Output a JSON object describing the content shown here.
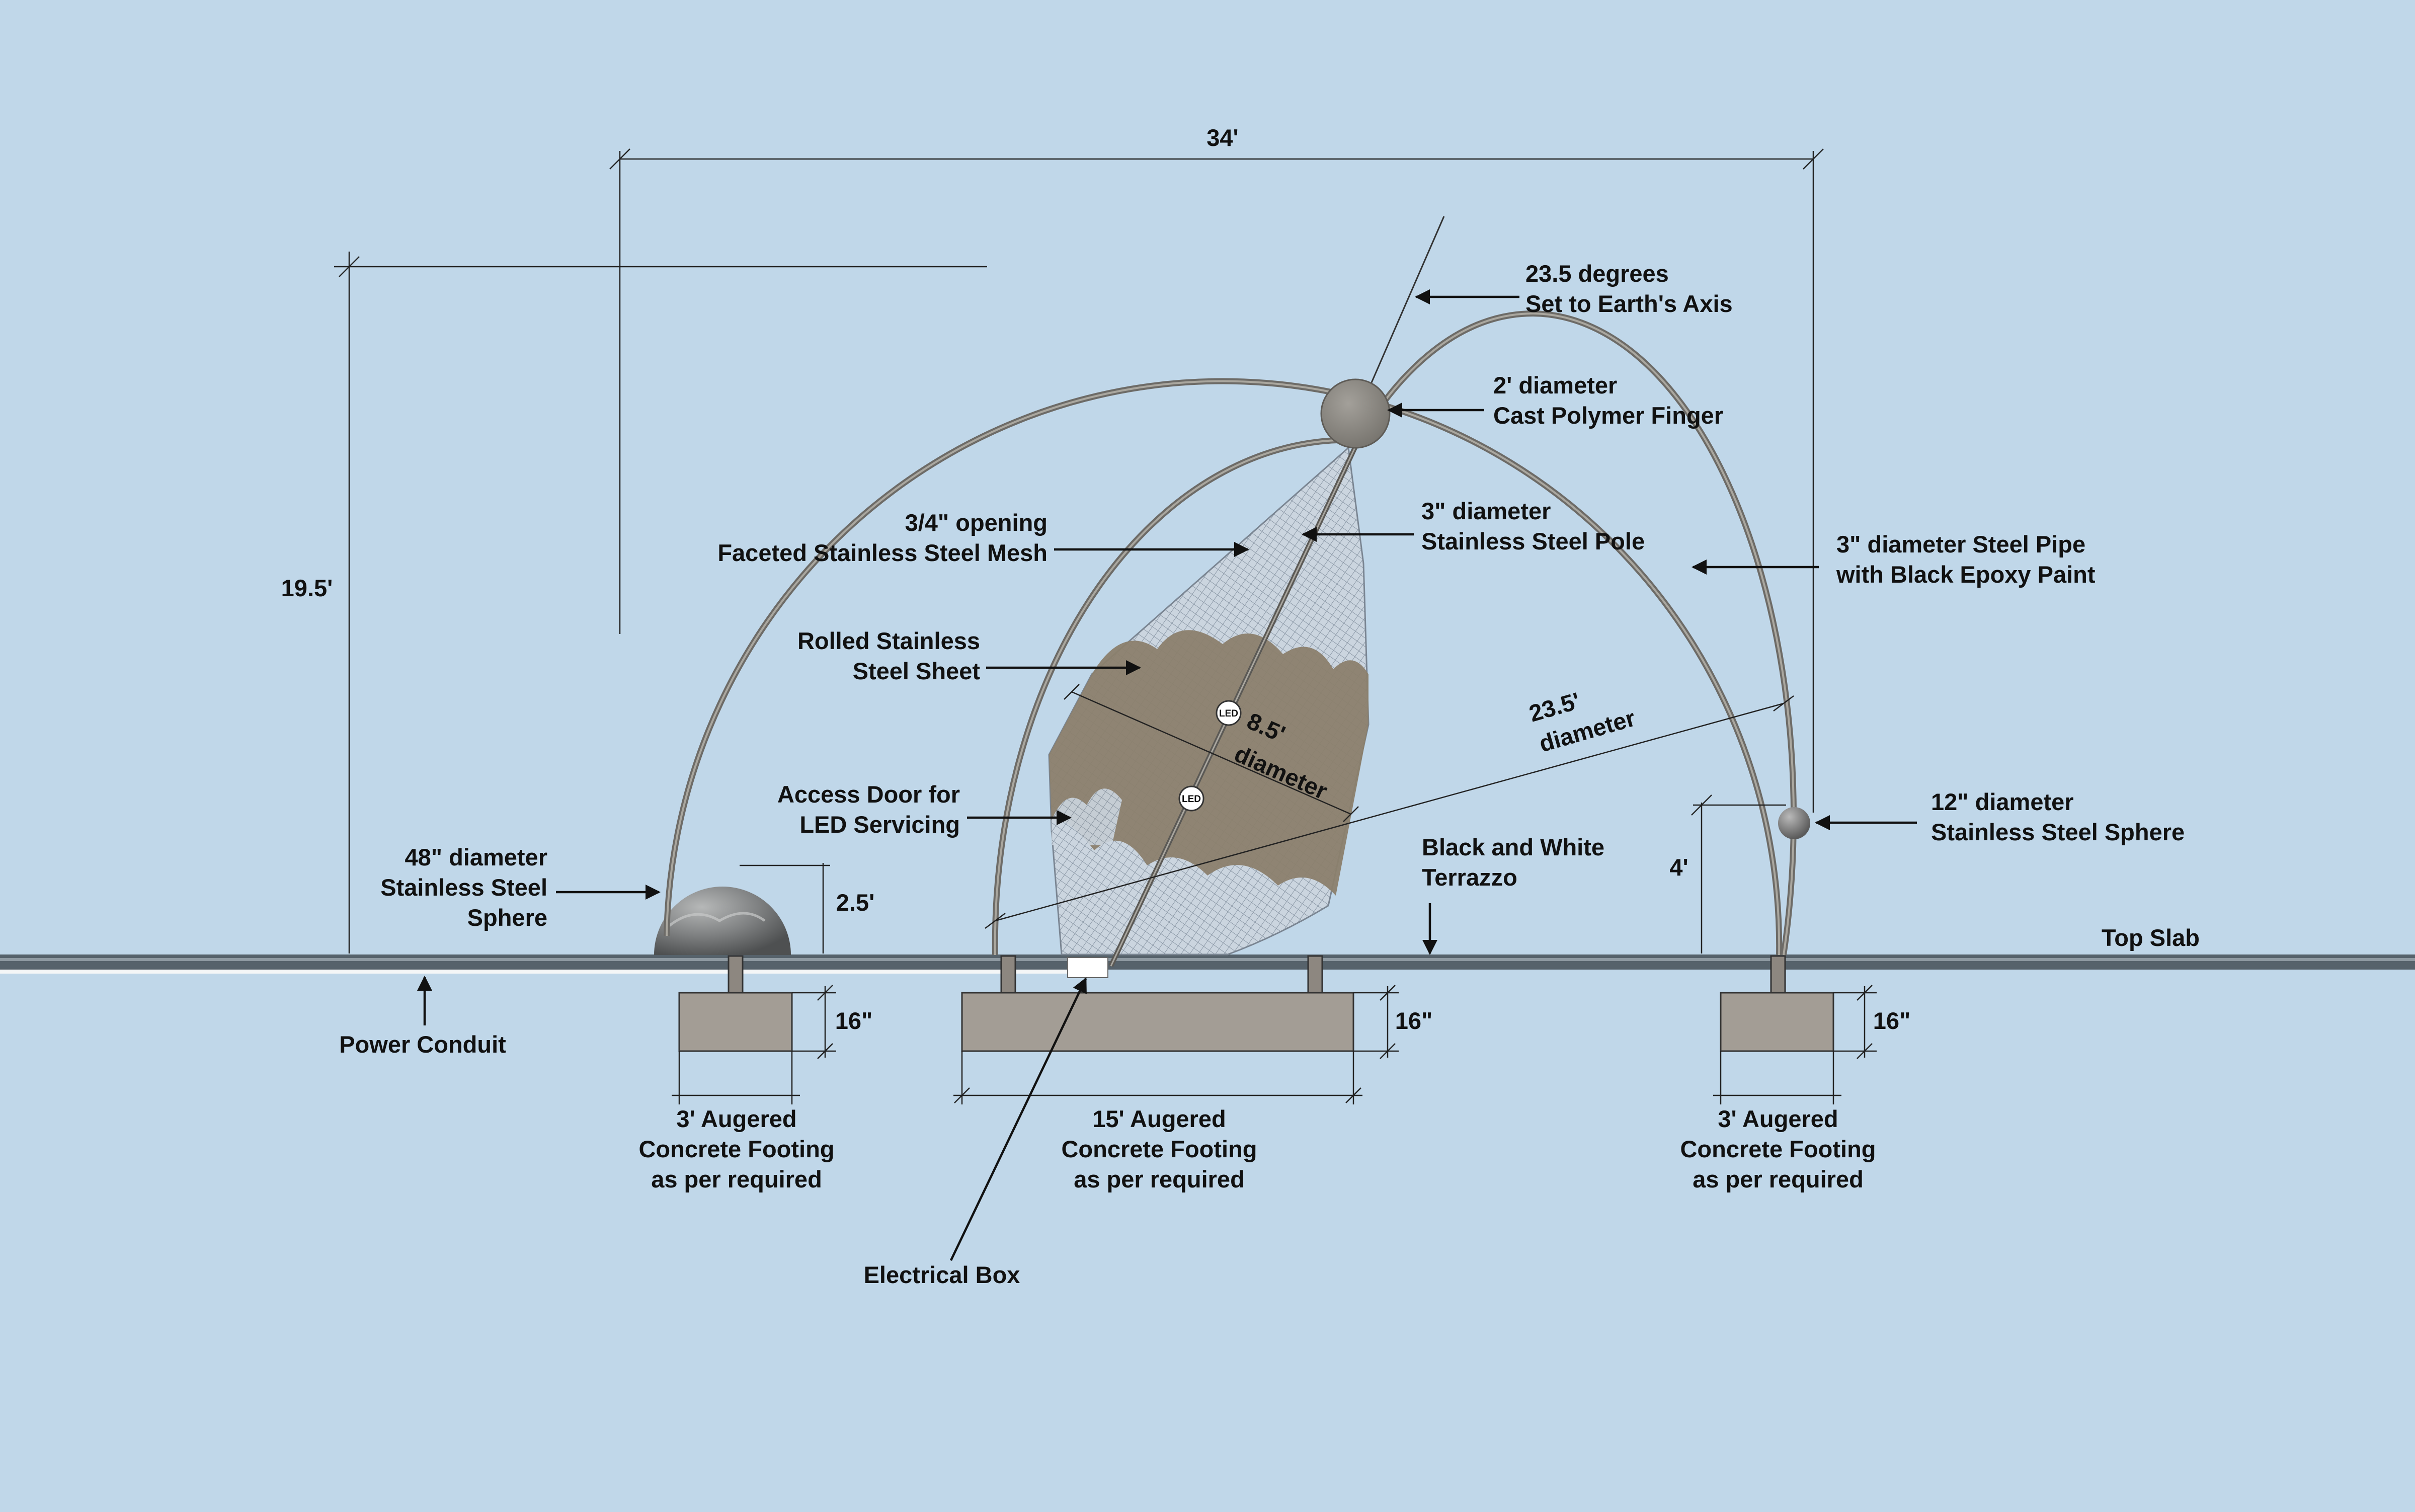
{
  "dimensions": {
    "width_34": "34'",
    "height_19_5": "19.5'",
    "sphere_height_2_5": "2.5'",
    "small_sphere_height_4": "4'",
    "footing_depth_left": "16\"",
    "footing_depth_center": "16\"",
    "footing_depth_right": "16\"",
    "ring_diameter_value": "23.5'",
    "ring_diameter_word": "diameter",
    "mesh_diameter_value": "8.5'",
    "mesh_diameter_word": "diameter"
  },
  "labels": {
    "axis_tilt": [
      "23.5 degrees",
      "Set to Earth's Axis"
    ],
    "finger": [
      "2' diameter",
      "Cast Polymer Finger"
    ],
    "mesh": [
      "3/4\" opening",
      "Faceted Stainless Steel Mesh"
    ],
    "pole": [
      "3\" diameter",
      "Stainless Steel Pole"
    ],
    "steel_pipe": [
      "3\" diameter Steel Pipe",
      "with Black Epoxy Paint"
    ],
    "rolled_sheet": [
      "Rolled Stainless",
      "Steel Sheet"
    ],
    "access_door": [
      "Access Door for",
      "LED Servicing"
    ],
    "large_sphere": [
      "48\" diameter",
      "Stainless Steel",
      "Sphere"
    ],
    "small_sphere": [
      "12\" diameter",
      "Stainless Steel Sphere"
    ],
    "terrazzo": [
      "Black and White",
      "Terrazzo"
    ],
    "top_slab": "Top Slab",
    "power_conduit": "Power Conduit",
    "footing_left": [
      "3' Augered",
      "Concrete Footing",
      "as per required"
    ],
    "footing_center": [
      "15' Augered",
      "Concrete Footing",
      "as per required"
    ],
    "footing_right": [
      "3' Augered",
      "Concrete Footing",
      "as per required"
    ],
    "electrical_box": "Electrical Box",
    "led": "LED"
  },
  "colors": {
    "background": "#c0d7e9",
    "slab": "#56626b",
    "steel": "#6d6b67",
    "concrete": "#a39d95",
    "rolled_sheet": "#8b7f6d",
    "mesh": "#c9d3dd"
  }
}
